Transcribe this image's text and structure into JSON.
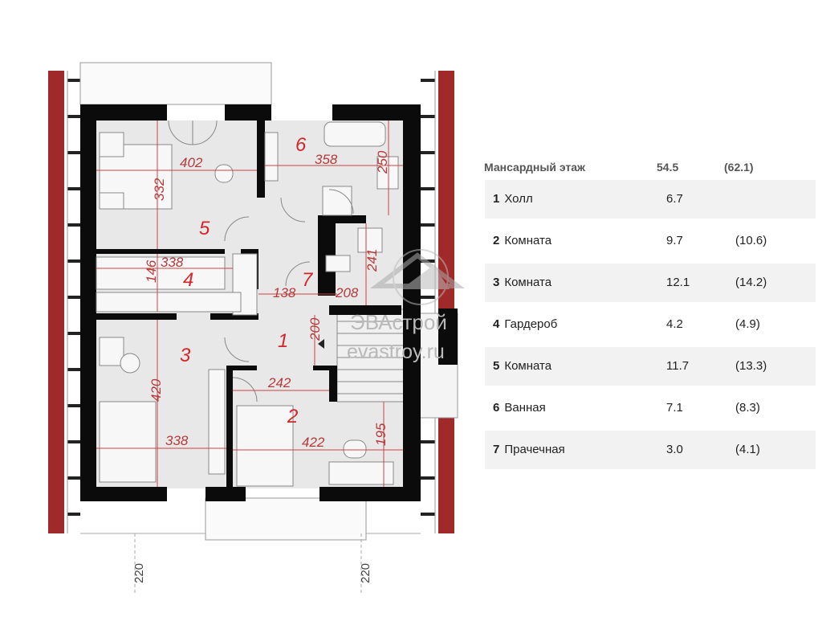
{
  "plan": {
    "rooms": [
      {
        "num": "1",
        "dims": [
          "242",
          "200"
        ]
      },
      {
        "num": "2",
        "dims": [
          "422",
          "195"
        ]
      },
      {
        "num": "3",
        "dims": [
          "420",
          "338"
        ]
      },
      {
        "num": "4",
        "dims": [
          "338",
          "146"
        ]
      },
      {
        "num": "5",
        "dims": [
          "402",
          "332"
        ]
      },
      {
        "num": "6",
        "dims": [
          "358",
          "250"
        ]
      },
      {
        "num": "7",
        "dims": [
          "138",
          "208",
          "241"
        ]
      }
    ],
    "axis_left": "220",
    "axis_right": "220",
    "watermark_brand": "ЭВАстрой",
    "watermark_site": "evastroy.ru"
  },
  "table": {
    "title": "Мансардный этаж",
    "total": "54.5",
    "total_alt": "(62.1)",
    "rows": [
      {
        "num": "1",
        "name": "Холл",
        "area": "6.7",
        "area_alt": ""
      },
      {
        "num": "2",
        "name": "Комната",
        "area": "9.7",
        "area_alt": "(10.6)"
      },
      {
        "num": "3",
        "name": "Комната",
        "area": "12.1",
        "area_alt": "(14.2)"
      },
      {
        "num": "4",
        "name": "Гардероб",
        "area": "4.2",
        "area_alt": "(4.9)"
      },
      {
        "num": "5",
        "name": "Комната",
        "area": "11.7",
        "area_alt": "(13.3)"
      },
      {
        "num": "6",
        "name": "Ванная",
        "area": "7.1",
        "area_alt": "(8.3)"
      },
      {
        "num": "7",
        "name": "Прачечная",
        "area": "3.0",
        "area_alt": "(4.1)"
      }
    ]
  }
}
